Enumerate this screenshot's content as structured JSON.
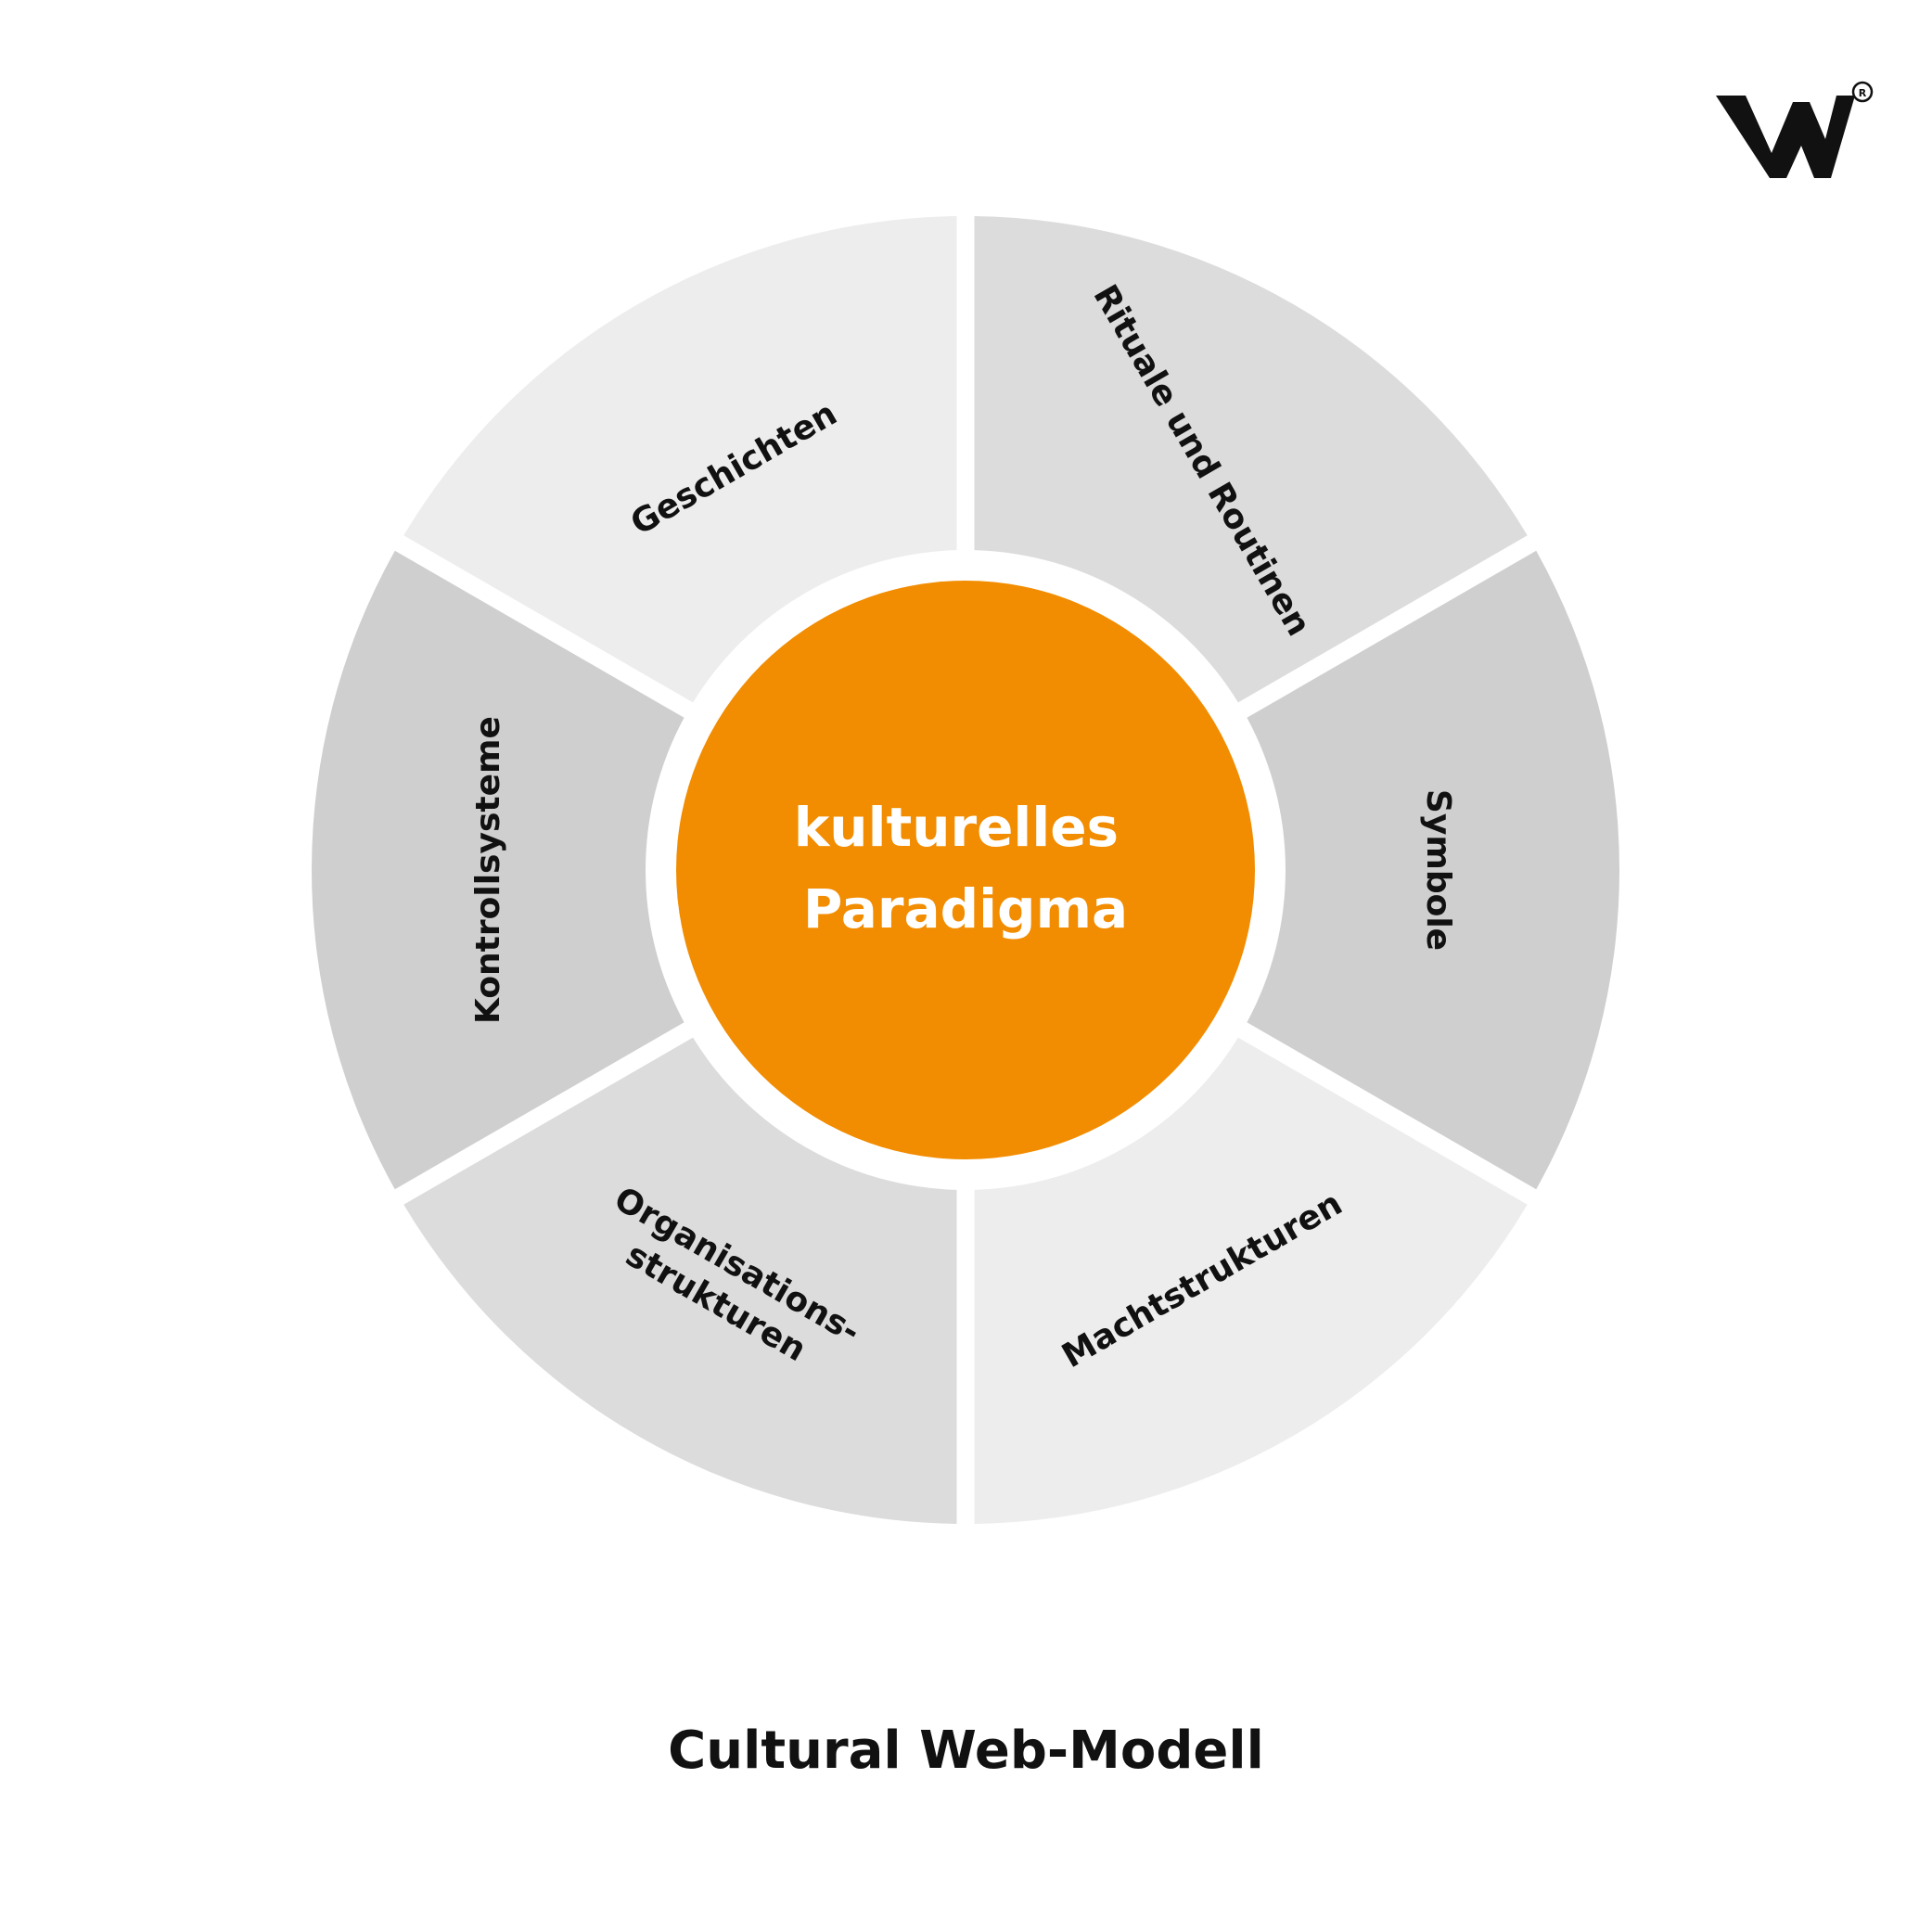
{
  "title": "Cultural Web-Modell",
  "center": {
    "lines": [
      "kulturelles",
      "Paradigma"
    ]
  },
  "segments": [
    {
      "lines": [
        "Rituale und Routinen"
      ]
    },
    {
      "lines": [
        "Symbole"
      ]
    },
    {
      "lines": [
        "Machtstrukturen"
      ]
    },
    {
      "lines": [
        "Organisations-",
        "strukturen"
      ]
    },
    {
      "lines": [
        "Kontrollsysteme"
      ]
    },
    {
      "lines": [
        "Geschichten"
      ]
    }
  ],
  "logo": {
    "letter": "W",
    "mark": "®"
  },
  "colors": {
    "center": "#F28C00",
    "segments": [
      "#DCDCDC",
      "#CFCFCF",
      "#EDEDED",
      "#DCDCDC",
      "#CFCFCF",
      "#EDEDED"
    ],
    "text": "#111111"
  }
}
